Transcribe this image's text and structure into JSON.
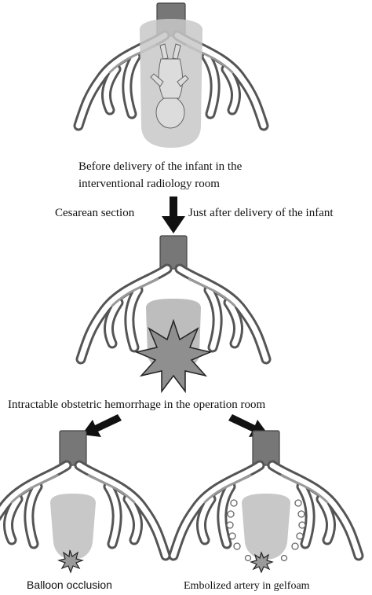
{
  "captions": {
    "before_line1": "Before delivery of the infant in the",
    "before_line2": "interventional radiology room",
    "cesarean": "Cesarean section",
    "after_delivery": "Just after delivery of the infant",
    "hemorrhage": "Intractable obstetric hemorrhage in the operation room",
    "balloon": "Balloon occlusion",
    "embolized": "Embolized artery in gelfoam"
  },
  "colors": {
    "aorta": "#777777",
    "artery_outline": "#555555",
    "uterus": "#c8c8c8",
    "hemorrhage": "#8f8f8f",
    "arrow": "#111111"
  },
  "icons": [
    "arrow-down-icon",
    "arrow-down-right-icon",
    "arrow-down-left-icon",
    "hemorrhage-burst-icon",
    "balloon-occlusion-icon",
    "gelfoam-embolus-icon"
  ]
}
